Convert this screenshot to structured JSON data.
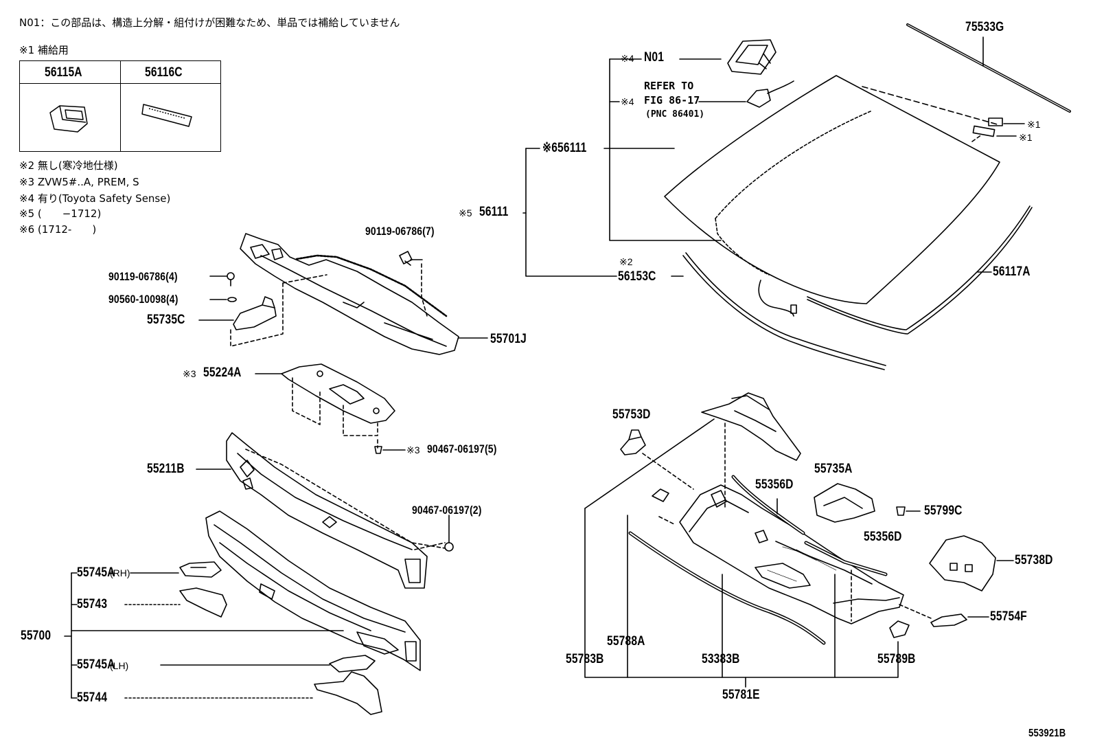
{
  "notes": {
    "n01": "N01：この部品は、構造上分解・組付けが困難なため、単品では補給していません",
    "s1": "※1 補給用",
    "s2": "※2 無し(寒冷地仕様)",
    "s3": "※3 ZVW5#..A, PREM, S",
    "s4": "※4 有り(Toyota Safety Sense)",
    "s5": "※5 (　　−1712)",
    "s6": "※6 (1712-　　)"
  },
  "legend_table": {
    "col1_header": "56115A",
    "col2_header": "56116C"
  },
  "labels": {
    "p75533G": "75533G",
    "n01_mark": "※4",
    "n01": "N01",
    "refer_to": "REFER TO",
    "refer_mark": "※4",
    "fig": "FIG 86-17",
    "pnc": "(PNC 86401)",
    "mark1a": "※1",
    "mark1b": "※1",
    "p56111_6": "※656111",
    "p56111_5_mark": "※5",
    "p56111_5": "56111",
    "mark2": "※2",
    "p56153C": "56153C",
    "p56117A": "56117A",
    "p90119_7": "90119-06786(7)",
    "p90119_4": "90119-06786(4)",
    "p90560": "90560-10098(4)",
    "p55735C": "55735C",
    "p55701J": "55701J",
    "p55224A_mark": "※3",
    "p55224A": "55224A",
    "p90467_5_mark": "※3",
    "p90467_5": "90467-06197(5)",
    "p55211B": "55211B",
    "p90467_2": "90467-06197(2)",
    "p55745A_rh": "55745A",
    "rh": "(RH)",
    "p55743": "55743",
    "p55700": "55700",
    "p55745A_lh": "55745A",
    "lh": "(LH)",
    "p55744": "55744",
    "p55753D": "55753D",
    "p55735A": "55735A",
    "p55356D_a": "55356D",
    "p55799C": "55799C",
    "p55356D_b": "55356D",
    "p55738D": "55738D",
    "p55754F": "55754F",
    "p55788A": "55788A",
    "p55783B": "55783B",
    "p53383B": "53383B",
    "p55789B": "55789B",
    "p55781E": "55781E",
    "fig_id": "553921B"
  }
}
